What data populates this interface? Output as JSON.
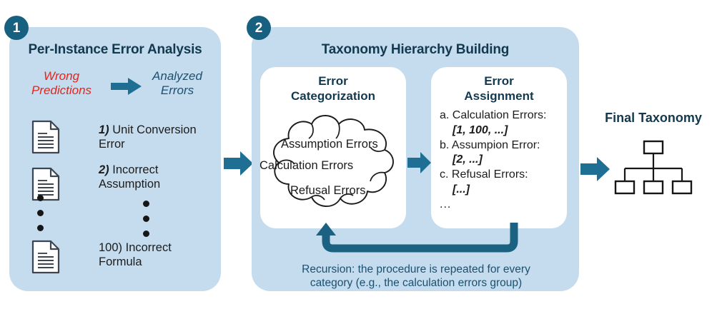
{
  "figure": {
    "panels": [
      {
        "badge": "1",
        "title": "Per-Instance Error Analysis",
        "from_label": "Wrong\nPredictions",
        "from_label_line1": "Wrong",
        "from_label_line2": "Predictions",
        "from_color": "#e8231a",
        "to_label_line1": "Analyzed",
        "to_label_line2": "Errors",
        "to_color": "#1b5070",
        "errors": [
          {
            "num": "1)",
            "text": " Unit Conversion Error"
          },
          {
            "num": "2)",
            "text": " Incorrect Assumption"
          },
          {
            "num": "100)",
            "text": " Incorrect Formula"
          }
        ],
        "ellipsis_symbol": "vertical-dots"
      },
      {
        "badge": "2",
        "title": "Taxonomy Hierarchy Building",
        "cards": [
          {
            "title_line1": "Error",
            "title_line2": "Categorization",
            "cloud_items": [
              "Assumption Errors",
              "Calculation Errors",
              "Refusal Errors"
            ]
          },
          {
            "title_line1": "Error",
            "title_line2": "Assignment",
            "assignments": [
              {
                "label": "a. Calculation Errors:",
                "values": "[1, 100, ...]"
              },
              {
                "label": "b. Assumpion Error:",
                "values": "[2, ...]"
              },
              {
                "label": "c. Refusal Errors:",
                "values": "[...]"
              }
            ],
            "tail": "..."
          }
        ],
        "recursion_note_line1": "Recursion: the procedure is repeated for every",
        "recursion_note_line2": "category (e.g., the calculation errors group)"
      }
    ],
    "final": {
      "title": "Final Taxonomy",
      "tree": {
        "root": 1,
        "children": 3
      }
    },
    "colors": {
      "panel_bg": "#c5dcef",
      "card_bg": "#ffffff",
      "badge_bg": "#17607f",
      "arrow": "#1f6e94",
      "recursion_arrow": "#1b6182",
      "title_text": "#13394f",
      "body_text": "#1c1c1c",
      "accent_red": "#e8231a"
    }
  }
}
